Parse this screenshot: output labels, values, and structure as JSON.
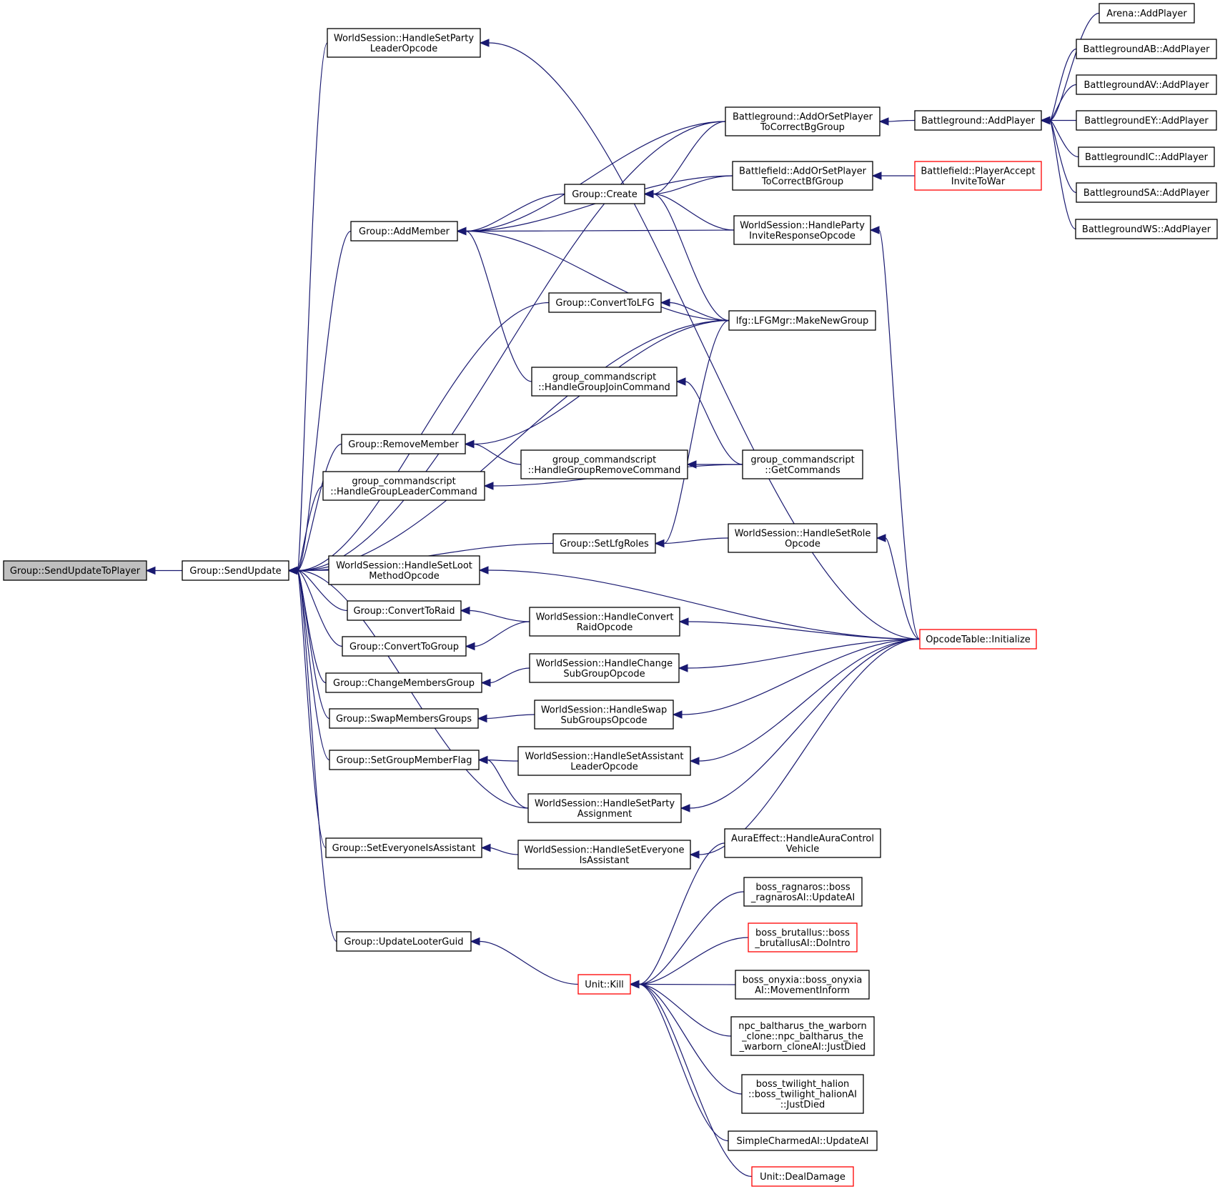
{
  "colors": {
    "edge": "#191970",
    "node_border": "#000000",
    "node_border_truncated": "#ff0000",
    "root_fill": "#bfbfbf"
  },
  "nodes": {
    "n0": {
      "lines": [
        "Group::SendUpdateToPlayer"
      ],
      "root": true
    },
    "n1": {
      "lines": [
        "Group::SendUpdate"
      ]
    },
    "n2": {
      "lines": [
        "WorldSession::HandleSetParty",
        "LeaderOpcode"
      ]
    },
    "n3": {
      "lines": [
        "Group::AddMember"
      ]
    },
    "n4": {
      "lines": [
        "Group::ConvertToLFG"
      ]
    },
    "n5": {
      "lines": [
        "Group::RemoveMember"
      ]
    },
    "n6": {
      "lines": [
        "group_commandscript",
        "::HandleGroupLeaderCommand"
      ]
    },
    "n7": {
      "lines": [
        "Group::SetLfgRoles"
      ]
    },
    "n8": {
      "lines": [
        "WorldSession::HandleSetLoot",
        "MethodOpcode"
      ]
    },
    "n9": {
      "lines": [
        "Group::ConvertToRaid"
      ]
    },
    "n10": {
      "lines": [
        "Group::ConvertToGroup"
      ]
    },
    "n11": {
      "lines": [
        "Group::ChangeMembersGroup"
      ]
    },
    "n12": {
      "lines": [
        "Group::SwapMembersGroups"
      ]
    },
    "n13": {
      "lines": [
        "Group::SetGroupMemberFlag"
      ]
    },
    "n14": {
      "lines": [
        "Group::SetEveryoneIsAssistant"
      ]
    },
    "n15": {
      "lines": [
        "Group::UpdateLooterGuid"
      ]
    },
    "n16": {
      "lines": [
        "Group::Create"
      ]
    },
    "n17": {
      "lines": [
        "group_commandscript",
        "::HandleGroupJoinCommand"
      ]
    },
    "n18": {
      "lines": [
        "group_commandscript",
        "::HandleGroupRemoveCommand"
      ]
    },
    "n19": {
      "lines": [
        "WorldSession::HandleConvert",
        "RaidOpcode"
      ]
    },
    "n20": {
      "lines": [
        "WorldSession::HandleChange",
        "SubGroupOpcode"
      ]
    },
    "n21": {
      "lines": [
        "WorldSession::HandleSwap",
        "SubGroupsOpcode"
      ]
    },
    "n22": {
      "lines": [
        "WorldSession::HandleSetAssistant",
        "LeaderOpcode"
      ]
    },
    "n23": {
      "lines": [
        "WorldSession::HandleSetParty",
        "Assignment"
      ]
    },
    "n24": {
      "lines": [
        "WorldSession::HandleSetEveryone",
        "IsAssistant"
      ]
    },
    "n25": {
      "lines": [
        "Unit::Kill"
      ],
      "truncated": true
    },
    "n26": {
      "lines": [
        "Battleground::AddOrSetPlayer",
        "ToCorrectBgGroup"
      ]
    },
    "n27": {
      "lines": [
        "Battlefield::AddOrSetPlayer",
        "ToCorrectBfGroup"
      ]
    },
    "n28": {
      "lines": [
        "WorldSession::HandleParty",
        "InviteResponseOpcode"
      ]
    },
    "n29": {
      "lines": [
        "lfg::LFGMgr::MakeNewGroup"
      ]
    },
    "n30": {
      "lines": [
        "group_commandscript",
        "::GetCommands"
      ]
    },
    "n31": {
      "lines": [
        "WorldSession::HandleSetRole",
        "Opcode"
      ]
    },
    "n32": {
      "lines": [
        "OpcodeTable::Initialize"
      ],
      "truncated": true
    },
    "n33": {
      "lines": [
        "AuraEffect::HandleAuraControl",
        "Vehicle"
      ]
    },
    "n34": {
      "lines": [
        "boss_ragnaros::boss",
        "_ragnarosAI::UpdateAI"
      ]
    },
    "n35": {
      "lines": [
        "boss_brutallus::boss",
        "_brutallusAI::DoIntro"
      ],
      "truncated": true
    },
    "n36": {
      "lines": [
        "boss_onyxia::boss_onyxia",
        "AI::MovementInform"
      ]
    },
    "n37": {
      "lines": [
        "npc_baltharus_the_warborn",
        "_clone::npc_baltharus_the",
        "_warborn_cloneAI::JustDied"
      ]
    },
    "n38": {
      "lines": [
        "boss_twilight_halion",
        "::boss_twilight_halionAI",
        "::JustDied"
      ]
    },
    "n39": {
      "lines": [
        "SimpleCharmedAI::UpdateAI"
      ]
    },
    "n40": {
      "lines": [
        "Unit::DealDamage"
      ],
      "truncated": true
    },
    "n41": {
      "lines": [
        "Battleground::AddPlayer"
      ]
    },
    "n42": {
      "lines": [
        "Battlefield::PlayerAccept",
        "InviteToWar"
      ],
      "truncated": true
    },
    "n43": {
      "lines": [
        "Arena::AddPlayer"
      ]
    },
    "n44": {
      "lines": [
        "BattlegroundAB::AddPlayer"
      ]
    },
    "n45": {
      "lines": [
        "BattlegroundAV::AddPlayer"
      ]
    },
    "n46": {
      "lines": [
        "BattlegroundEY::AddPlayer"
      ]
    },
    "n47": {
      "lines": [
        "BattlegroundIC::AddPlayer"
      ]
    },
    "n48": {
      "lines": [
        "BattlegroundSA::AddPlayer"
      ]
    },
    "n49": {
      "lines": [
        "BattlegroundWS::AddPlayer"
      ]
    }
  },
  "edges": [
    [
      "n0",
      "n1"
    ],
    [
      "n1",
      "n2"
    ],
    [
      "n1",
      "n3"
    ],
    [
      "n1",
      "n4"
    ],
    [
      "n1",
      "n5"
    ],
    [
      "n1",
      "n6"
    ],
    [
      "n1",
      "n7"
    ],
    [
      "n1",
      "n8"
    ],
    [
      "n1",
      "n9"
    ],
    [
      "n1",
      "n10"
    ],
    [
      "n1",
      "n11"
    ],
    [
      "n1",
      "n12"
    ],
    [
      "n1",
      "n13"
    ],
    [
      "n1",
      "n14"
    ],
    [
      "n1",
      "n15"
    ],
    [
      "n1",
      "n23"
    ],
    [
      "n1",
      "n26"
    ],
    [
      "n1",
      "n29"
    ],
    [
      "n3",
      "n16"
    ],
    [
      "n3",
      "n17"
    ],
    [
      "n3",
      "n26"
    ],
    [
      "n3",
      "n27"
    ],
    [
      "n3",
      "n28"
    ],
    [
      "n3",
      "n29"
    ],
    [
      "n16",
      "n26"
    ],
    [
      "n16",
      "n27"
    ],
    [
      "n16",
      "n28"
    ],
    [
      "n16",
      "n29"
    ],
    [
      "n4",
      "n29"
    ],
    [
      "n5",
      "n18"
    ],
    [
      "n5",
      "n29"
    ],
    [
      "n6",
      "n30"
    ],
    [
      "n17",
      "n30"
    ],
    [
      "n18",
      "n30"
    ],
    [
      "n7",
      "n29"
    ],
    [
      "n7",
      "n31"
    ],
    [
      "n9",
      "n19"
    ],
    [
      "n10",
      "n19"
    ],
    [
      "n11",
      "n20"
    ],
    [
      "n12",
      "n21"
    ],
    [
      "n13",
      "n22"
    ],
    [
      "n13",
      "n23"
    ],
    [
      "n14",
      "n24"
    ],
    [
      "n15",
      "n25"
    ],
    [
      "n25",
      "n33"
    ],
    [
      "n25",
      "n34"
    ],
    [
      "n25",
      "n35"
    ],
    [
      "n25",
      "n36"
    ],
    [
      "n25",
      "n37"
    ],
    [
      "n25",
      "n38"
    ],
    [
      "n25",
      "n39"
    ],
    [
      "n25",
      "n40"
    ],
    [
      "n26",
      "n41"
    ],
    [
      "n27",
      "n42"
    ],
    [
      "n41",
      "n43"
    ],
    [
      "n41",
      "n44"
    ],
    [
      "n41",
      "n45"
    ],
    [
      "n41",
      "n46"
    ],
    [
      "n41",
      "n47"
    ],
    [
      "n41",
      "n48"
    ],
    [
      "n41",
      "n49"
    ],
    [
      "n2",
      "n32"
    ],
    [
      "n8",
      "n32"
    ],
    [
      "n19",
      "n32"
    ],
    [
      "n20",
      "n32"
    ],
    [
      "n21",
      "n32"
    ],
    [
      "n22",
      "n32"
    ],
    [
      "n23",
      "n32"
    ],
    [
      "n24",
      "n32"
    ],
    [
      "n28",
      "n32"
    ],
    [
      "n31",
      "n32"
    ]
  ]
}
